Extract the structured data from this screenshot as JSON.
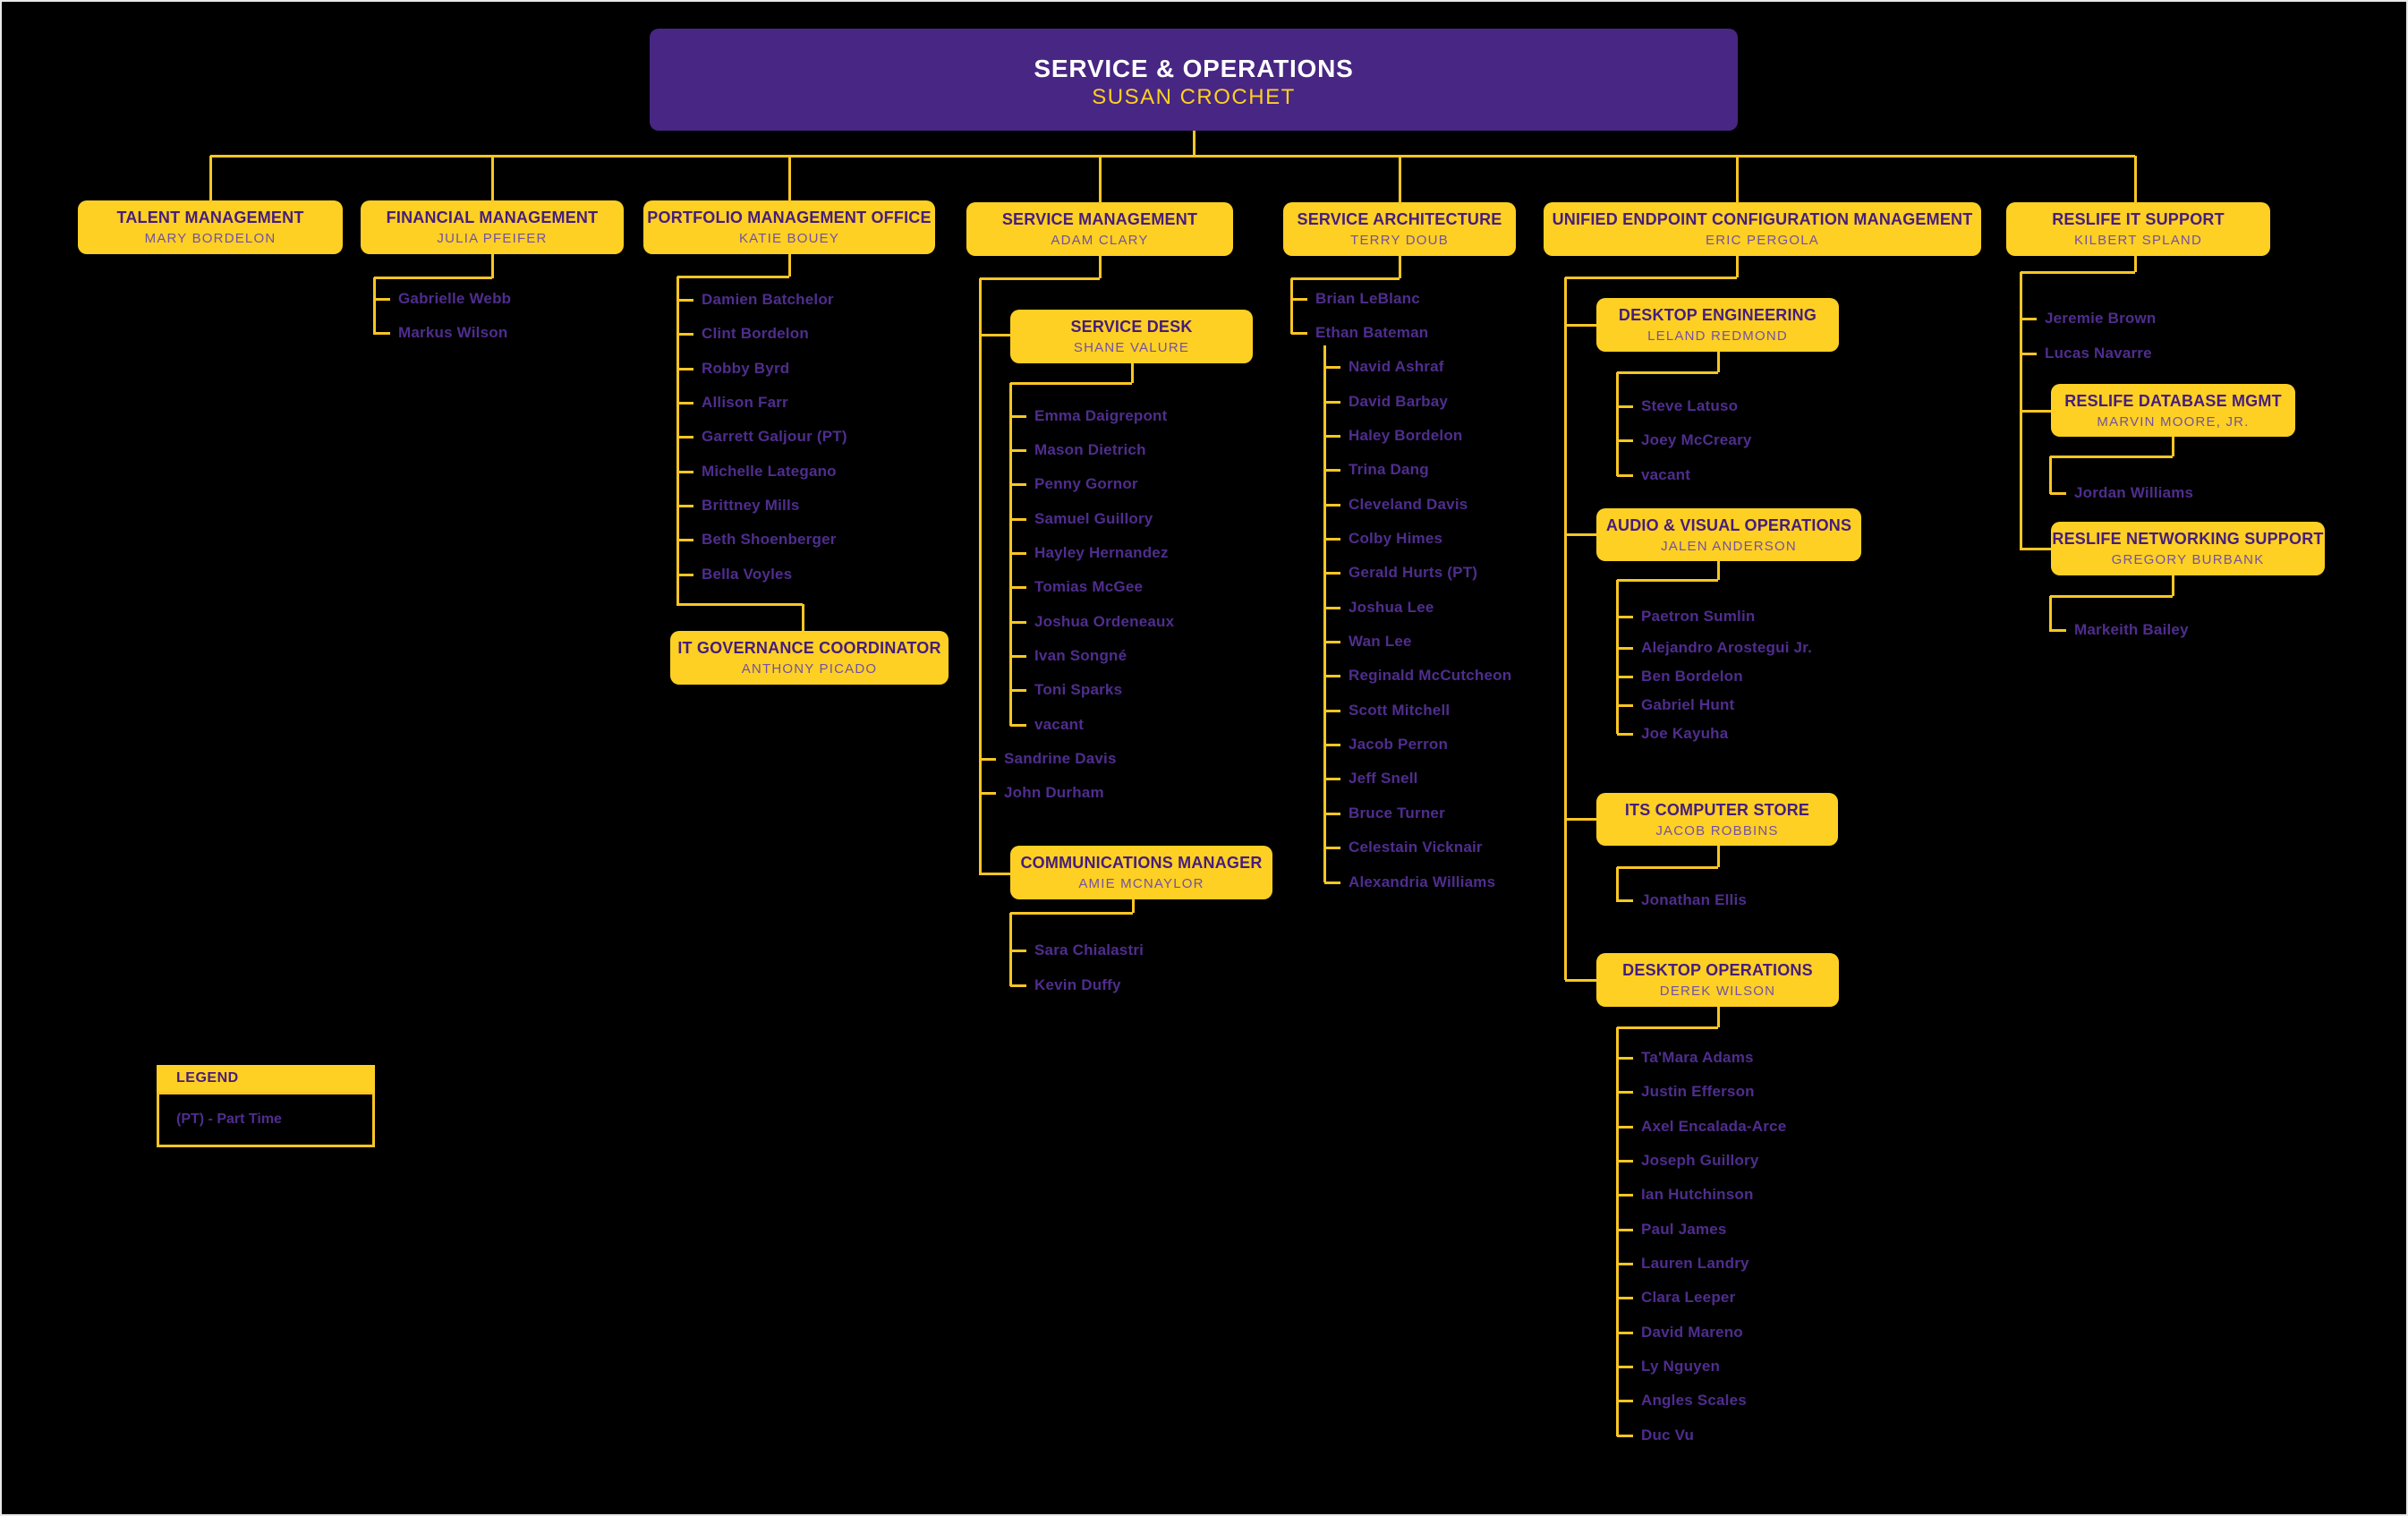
{
  "root": {
    "title": "SERVICE & OPERATIONS",
    "name": "SUSAN CROCHET"
  },
  "boxes": {
    "talent": {
      "title": "TALENT MANAGEMENT",
      "name": "MARY BORDELON"
    },
    "financial": {
      "title": "FINANCIAL MANAGEMENT",
      "name": "JULIA PFEIFER"
    },
    "portfolio": {
      "title": "PORTFOLIO MANAGEMENT OFFICE",
      "name": "KATIE BOUEY"
    },
    "serviceMgmt": {
      "title": "SERVICE MANAGEMENT",
      "name": "ADAM CLARY"
    },
    "serviceArch": {
      "title": "SERVICE ARCHITECTURE",
      "name": "TERRY DOUB"
    },
    "uecm": {
      "title": "UNIFIED ENDPOINT CONFIGURATION MANAGEMENT",
      "name": "ERIC PERGOLA"
    },
    "reslife": {
      "title": "RESLIFE IT SUPPORT",
      "name": "KILBERT SPLAND"
    },
    "serviceDesk": {
      "title": "SERVICE DESK",
      "name": "SHANE VALURE"
    },
    "itGov": {
      "title": "IT GOVERNANCE COORDINATOR",
      "name": "ANTHONY PICADO"
    },
    "comms": {
      "title": "COMMUNICATIONS MANAGER",
      "name": "AMIE MCNAYLOR"
    },
    "desktopEng": {
      "title": "DESKTOP ENGINEERING",
      "name": "LELAND REDMOND"
    },
    "avo": {
      "title": "AUDIO & VISUAL OPERATIONS",
      "name": "JALEN ANDERSON"
    },
    "itsStore": {
      "title": "ITS COMPUTER STORE",
      "name": "JACOB ROBBINS"
    },
    "desktopOps": {
      "title": "DESKTOP OPERATIONS",
      "name": "DEREK WILSON"
    },
    "reslifeDb": {
      "title": "RESLIFE DATABASE MGMT",
      "name": "MARVIN MOORE, JR."
    },
    "reslifeNet": {
      "title": "RESLIFE NETWORKING SUPPORT",
      "name": "GREGORY BURBANK"
    }
  },
  "lists": {
    "financial": [
      "Gabrielle Webb",
      "Markus Wilson"
    ],
    "portfolio": [
      "Damien Batchelor",
      "Clint Bordelon",
      "Robby Byrd",
      "Allison Farr",
      "Garrett Galjour (PT)",
      "Michelle Lategano",
      "Brittney Mills",
      "Beth Shoenberger",
      "Bella Voyles"
    ],
    "serviceDesk": [
      "Emma Daigrepont",
      "Mason Dietrich",
      "Penny Gornor",
      "Samuel Guillory",
      "Hayley Hernandez",
      "Tomias McGee",
      "Joshua Ordeneaux",
      "Ivan Songné",
      "Toni Sparks",
      "vacant"
    ],
    "serviceMgmtDirect": [
      "Sandrine Davis",
      "John Durham"
    ],
    "comms": [
      "Sara Chialastri",
      "Kevin Duffy"
    ],
    "serviceArchDirect": [
      "Brian LeBlanc",
      "Ethan Bateman"
    ],
    "serviceArchTeam": [
      "Navid Ashraf",
      "David Barbay",
      "Haley Bordelon",
      "Trina Dang",
      "Cleveland Davis",
      "Colby Himes",
      "Gerald Hurts (PT)",
      "Joshua Lee",
      "Wan Lee",
      "Reginald McCutcheon",
      "Scott Mitchell",
      "Jacob Perron",
      "Jeff Snell",
      "Bruce Turner",
      "Celestain Vicknair",
      "Alexandria Williams"
    ],
    "desktopEng": [
      "Steve Latuso",
      "Joey McCreary",
      "vacant"
    ],
    "avo": [
      "Paetron Sumlin",
      "Alejandro Arostegui Jr.",
      "Ben Bordelon",
      "Gabriel Hunt",
      "Joe Kayuha"
    ],
    "itsStore": [
      "Jonathan Ellis"
    ],
    "desktopOps": [
      "Ta'Mara Adams",
      "Justin Efferson",
      "Axel Encalada-Arce",
      "Joseph Guillory",
      "Ian Hutchinson",
      "Paul James",
      "Lauren Landry",
      "Clara Leeper",
      "David Mareno",
      "Ly Nguyen",
      "Angles Scales",
      "Duc Vu"
    ],
    "reslifeDirect": [
      "Jeremie Brown",
      "Lucas Navarre"
    ],
    "reslifeDb": [
      "Jordan Williams"
    ],
    "reslifeNet": [
      "Markeith Bailey"
    ]
  },
  "legend": {
    "title": "LEGEND",
    "items": [
      "(PT) - Part Time"
    ]
  },
  "colors": {
    "background": "#000000",
    "gold": "#FDD023",
    "purple": "#482683",
    "line": "#F9C623",
    "title_text": "#461D7C",
    "subtitle_text": "#7351A5",
    "member_text": "#4F2D8E",
    "root_title_text": "#FFFFFF",
    "root_name_text": "#FDD023"
  }
}
